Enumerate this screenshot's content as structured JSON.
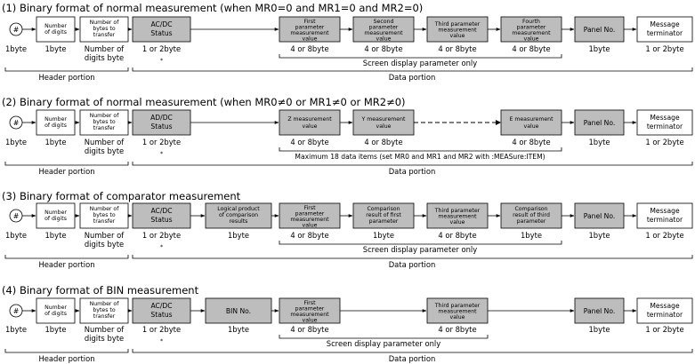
{
  "common": {
    "hash": "#",
    "hash_under": "1byte",
    "num_digits_box": "Number of digits",
    "num_digits_under": "1byte",
    "num_bytes_box": "Number of bytes to transfer",
    "num_bytes_under": "Number of digits byte",
    "ac_dc_under": "1 or 2byte",
    "asterisk": "*",
    "panel_no": "Panel No.",
    "panel_under": "1byte",
    "terminator": "Message terminator",
    "terminator_under": "1 or 2byte",
    "header_portion": "Header portion",
    "data_portion": "Data portion",
    "screen_param_only": "Screen display parameter only",
    "four_or_8byte": "4 or 8byte",
    "one_byte": "1byte"
  },
  "sections": [
    {
      "title": "(1) Binary format of normal measurement (when MR0=0 and MR1=0 and MR2=0)",
      "status_label": "AC/DC Status",
      "boxes": [
        "First parameter measurement value",
        "Second parameter measurement value",
        "Third parameter measurement value",
        "Fourth parameter measurement value"
      ]
    },
    {
      "title": "(2) Binary format of normal measurement (when MR0≠0 or MR1≠0 or MR2≠0)",
      "status_label": "AD/DC Status",
      "boxes": [
        "Z measurement value",
        "Y measurement value",
        "E measurement value"
      ],
      "note": "Maximum 18 data items (set MR0 and MR1 and MR2 with :MEASure:ITEM)"
    },
    {
      "title": "(3) Binary format of comparator measurement",
      "status_label": "AC/DC Status",
      "logical_box": "Logical product of comparison results",
      "boxes": [
        "First parameter measurement value",
        "Comparison result of first parameter",
        "Third parameter measurement value",
        "Comparison result of third parameter"
      ]
    },
    {
      "title": "(4) Binary format of BIN measurement",
      "status_label": "AC/DC Status",
      "bin_box": "BIN No.",
      "boxes": [
        "First parameter measurement value",
        "Third parameter measurement value"
      ]
    }
  ]
}
